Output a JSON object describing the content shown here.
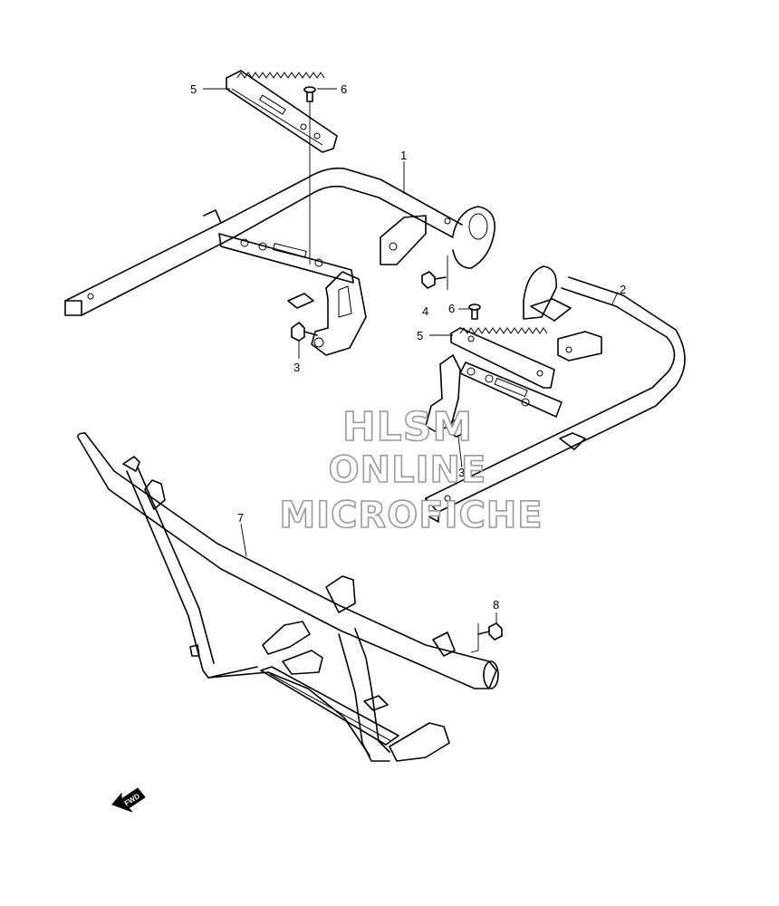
{
  "diagram": {
    "callouts": {
      "c1": "1",
      "c2": "2",
      "c3a": "3",
      "c3b": "3",
      "c4": "4",
      "c5a": "5",
      "c5b": "5",
      "c6a": "6",
      "c6b": "6",
      "c7": "7",
      "c8": "8"
    },
    "watermark": {
      "line1": "HLSM",
      "line2": "ONLINE",
      "line3": "MICROFICHE"
    },
    "fwd_label": "FWD"
  }
}
